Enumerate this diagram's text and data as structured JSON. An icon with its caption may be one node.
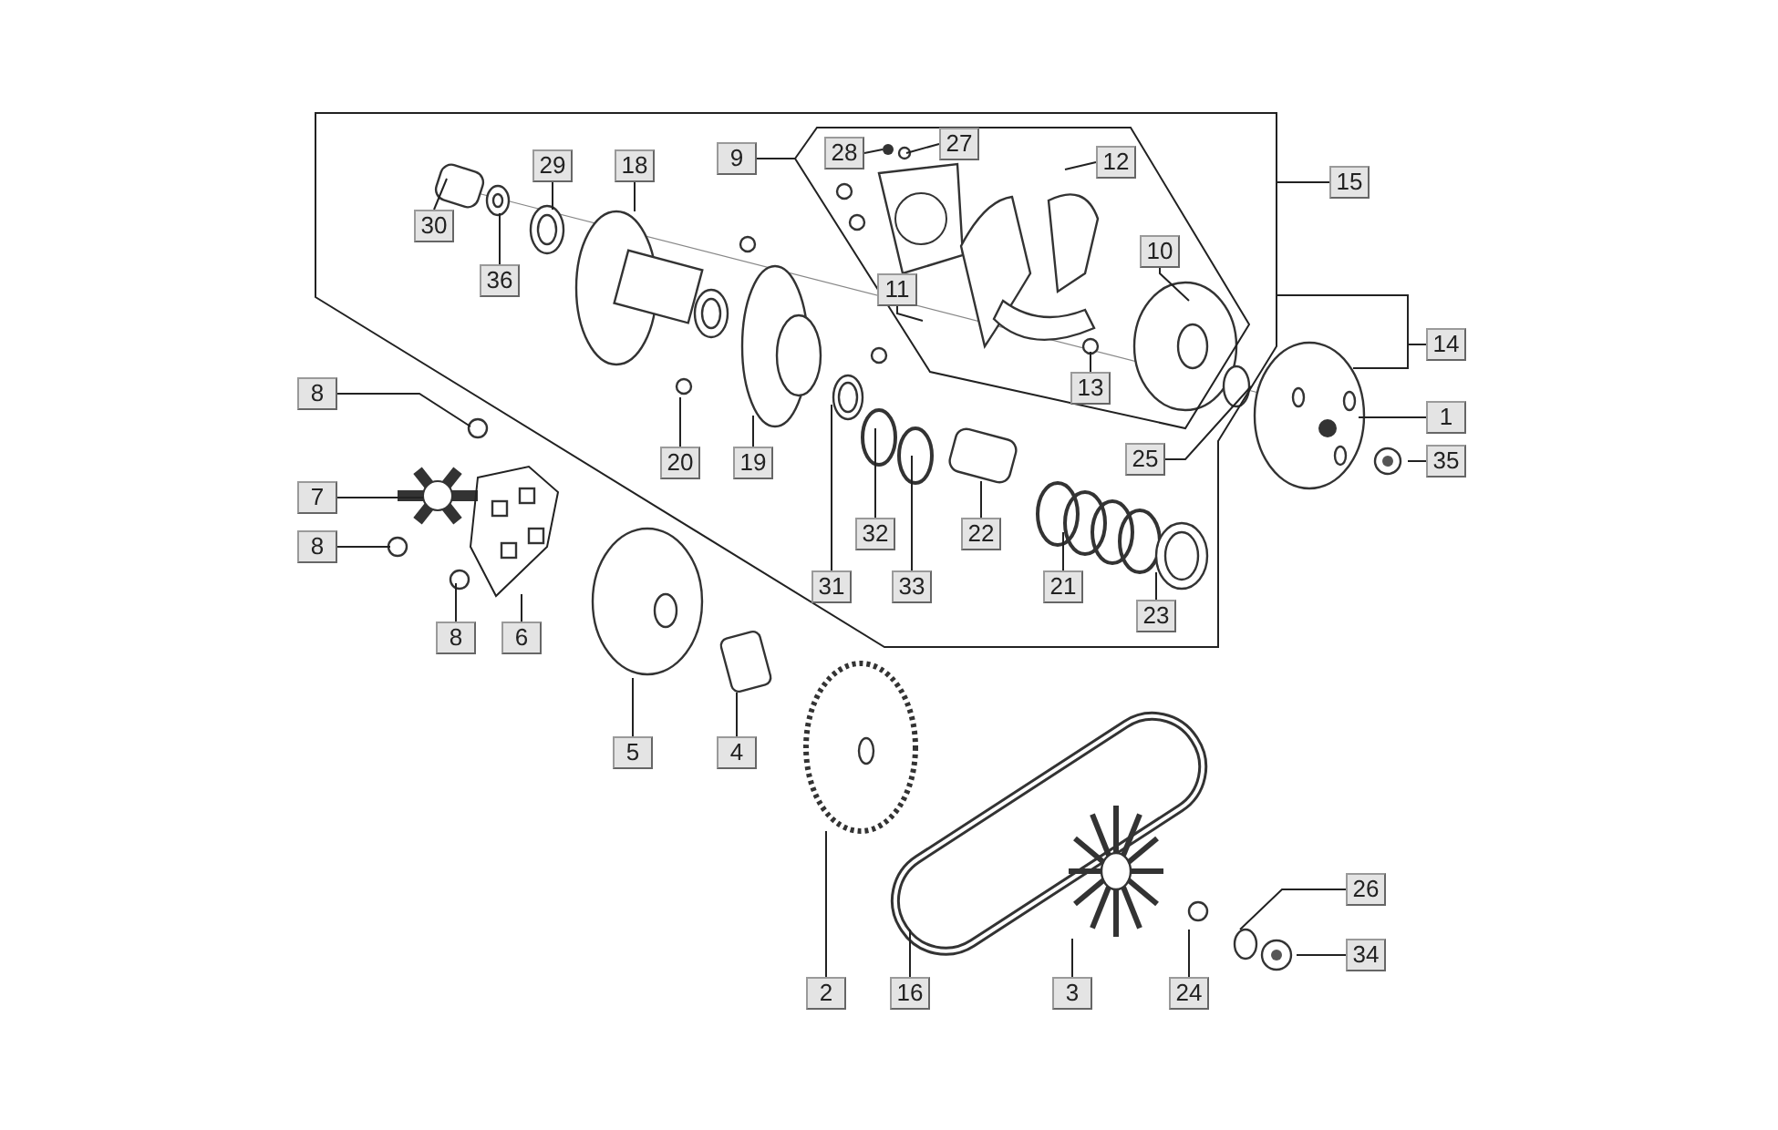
{
  "diagram": {
    "nodes": [
      {
        "text": [
          "27"
        ]
      },
      {
        "text": [
          "28"
        ]
      },
      {
        "text": [
          "9"
        ]
      },
      {
        "text": [
          "12"
        ]
      },
      {
        "text": [
          "29"
        ]
      },
      {
        "text": [
          "18"
        ]
      },
      {
        "text": [
          "15"
        ]
      },
      {
        "text": [
          "30"
        ]
      },
      {
        "text": [
          "10"
        ]
      },
      {
        "text": [
          "36"
        ]
      },
      {
        "text": [
          "11"
        ]
      },
      {
        "text": [
          "14"
        ]
      },
      {
        "text": [
          "13"
        ]
      },
      {
        "text": [
          "8"
        ]
      },
      {
        "text": [
          "1"
        ]
      },
      {
        "text": [
          "25"
        ]
      },
      {
        "text": [
          "35"
        ]
      },
      {
        "text": [
          "20"
        ]
      },
      {
        "text": [
          "19"
        ]
      },
      {
        "text": [
          "7"
        ]
      },
      {
        "text": [
          "32"
        ]
      },
      {
        "text": [
          "22"
        ]
      },
      {
        "text": [
          "8"
        ]
      },
      {
        "text": [
          "31"
        ]
      },
      {
        "text": [
          "33"
        ]
      },
      {
        "text": [
          "21"
        ]
      },
      {
        "text": [
          "23"
        ]
      },
      {
        "text": [
          "8"
        ]
      },
      {
        "text": [
          "6"
        ]
      },
      {
        "text": [
          "5"
        ]
      },
      {
        "text": [
          "4"
        ]
      },
      {
        "text": [
          "26"
        ]
      },
      {
        "text": [
          "34"
        ]
      },
      {
        "text": [
          "2"
        ]
      },
      {
        "text": [
          "16"
        ]
      },
      {
        "text": [
          "3"
        ]
      },
      {
        "text": [
          "24"
        ]
      }
    ],
    "edges": [
      {
        "from": 0,
        "to": null,
        "arrow": "none"
      },
      {
        "from": 1,
        "to": null,
        "arrow": "none"
      },
      {
        "from": 2,
        "to": null,
        "arrow": "none"
      },
      {
        "from": 3,
        "to": null,
        "arrow": "none"
      },
      {
        "from": 4,
        "to": null,
        "arrow": "none"
      },
      {
        "from": 5,
        "to": null,
        "arrow": "none"
      },
      {
        "from": 6,
        "to": null,
        "arrow": "none"
      },
      {
        "from": 7,
        "to": null,
        "arrow": "none"
      },
      {
        "from": 8,
        "to": null,
        "arrow": "none"
      },
      {
        "from": 9,
        "to": null,
        "arrow": "none"
      },
      {
        "from": 10,
        "to": null,
        "arrow": "none"
      },
      {
        "from": 11,
        "to": null,
        "arrow": "none"
      },
      {
        "from": 11,
        "to": null,
        "arrow": "none"
      },
      {
        "from": 12,
        "to": null,
        "arrow": "none"
      },
      {
        "from": 13,
        "to": null,
        "arrow": "none"
      },
      {
        "from": 14,
        "to": null,
        "arrow": "none"
      },
      {
        "from": 15,
        "to": null,
        "arrow": "none"
      },
      {
        "from": 16,
        "to": null,
        "arrow": "none"
      },
      {
        "from": 17,
        "to": null,
        "arrow": "none"
      },
      {
        "from": 18,
        "to": null,
        "arrow": "none"
      },
      {
        "from": 19,
        "to": null,
        "arrow": "none"
      },
      {
        "from": 20,
        "to": null,
        "arrow": "none"
      },
      {
        "from": 21,
        "to": null,
        "arrow": "none"
      },
      {
        "from": 22,
        "to": null,
        "arrow": "none"
      },
      {
        "from": 23,
        "to": null,
        "arrow": "none"
      },
      {
        "from": 24,
        "to": null,
        "arrow": "none"
      },
      {
        "from": 25,
        "to": null,
        "arrow": "none"
      },
      {
        "from": 26,
        "to": null,
        "arrow": "none"
      },
      {
        "from": 27,
        "to": null,
        "arrow": "none"
      },
      {
        "from": 28,
        "to": null,
        "arrow": "none"
      },
      {
        "from": 29,
        "to": null,
        "arrow": "none"
      },
      {
        "from": 30,
        "to": null,
        "arrow": "none"
      },
      {
        "from": 31,
        "to": null,
        "arrow": "none"
      },
      {
        "from": 32,
        "to": null,
        "arrow": "none"
      },
      {
        "from": 33,
        "to": null,
        "arrow": "none"
      },
      {
        "from": 34,
        "to": null,
        "arrow": "none"
      },
      {
        "from": 35,
        "to": null,
        "arrow": "none"
      },
      {
        "from": 36,
        "to": null,
        "arrow": "none"
      }
    ]
  }
}
